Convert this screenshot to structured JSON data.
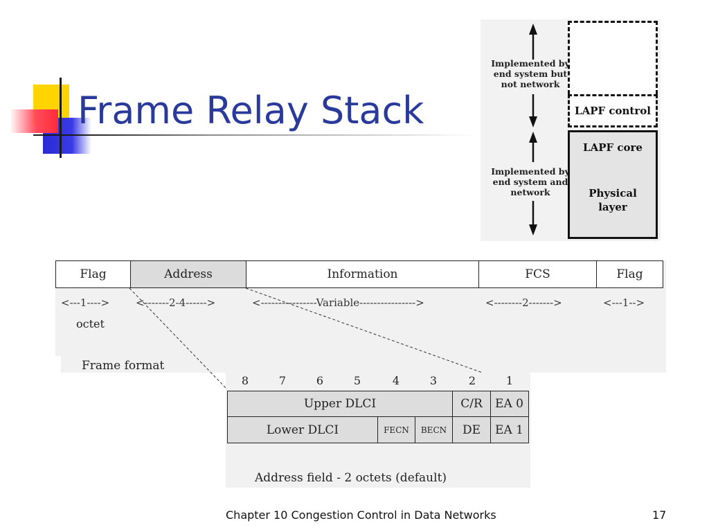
{
  "slide": {
    "title": "Frame Relay Stack",
    "footer_text": "Chapter 10 Congestion Control in Data Networks",
    "page_number": "17"
  },
  "stack_figure": {
    "upper_note": "Implemented by end system but not network",
    "lower_note": "Implemented by end system and network",
    "layers": [
      "LAPF control",
      "LAPF core",
      "Physical layer"
    ]
  },
  "frame_format": {
    "fields": [
      "Flag",
      "Address",
      "Information",
      "FCS",
      "Flag"
    ],
    "spans": [
      "<---1---->",
      "<-------2-4------>",
      "<----------------Variable---------------->",
      "<--------2------->",
      "<---1-->"
    ],
    "unit": "octet",
    "caption": "Frame format"
  },
  "address_field": {
    "bit_numbers": [
      "8",
      "7",
      "6",
      "5",
      "4",
      "3",
      "2",
      "1"
    ],
    "row1": [
      "Upper DLCI",
      "C/R",
      "EA 0"
    ],
    "row2": [
      "Lower DLCI",
      "FECN",
      "BECN",
      "DE",
      "EA 1"
    ],
    "caption": "Address field - 2 octets (default)"
  }
}
